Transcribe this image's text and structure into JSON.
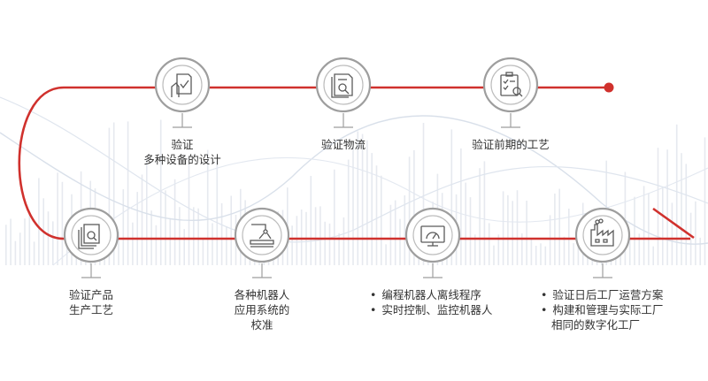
{
  "colors": {
    "path_red": "#d0312d",
    "node_ring": "#9e9e9e",
    "icon_gray": "#5a5a5a",
    "bg_bars": "#e6e9ef",
    "bg_waves": "#d9e0ea",
    "text": "#333333"
  },
  "nodes": [
    {
      "id": "n1",
      "icon": "hand-document-check-icon",
      "lines": [
        "验证",
        "多种设备的设计"
      ]
    },
    {
      "id": "n2",
      "icon": "document-search-icon",
      "lines": [
        "验证物流"
      ]
    },
    {
      "id": "n3",
      "icon": "clipboard-search-icon",
      "lines": [
        "验证前期的工艺"
      ]
    },
    {
      "id": "n4",
      "icon": "stacked-documents-search-icon",
      "lines": [
        "验证产品",
        "生产工艺"
      ]
    },
    {
      "id": "n5",
      "icon": "robot-arm-icon",
      "lines": [
        "各种机器人",
        "应用系统的",
        "校准"
      ]
    },
    {
      "id": "n6",
      "icon": "monitor-gauge-icon",
      "bullets": [
        "编程机器人离线程序",
        "实时控制、监控机器人"
      ]
    },
    {
      "id": "n7",
      "icon": "factory-icon",
      "bullets": [
        "验证日后工厂运营方案",
        "构建和管理与实际工厂",
        "相同的数字化工厂"
      ]
    }
  ]
}
